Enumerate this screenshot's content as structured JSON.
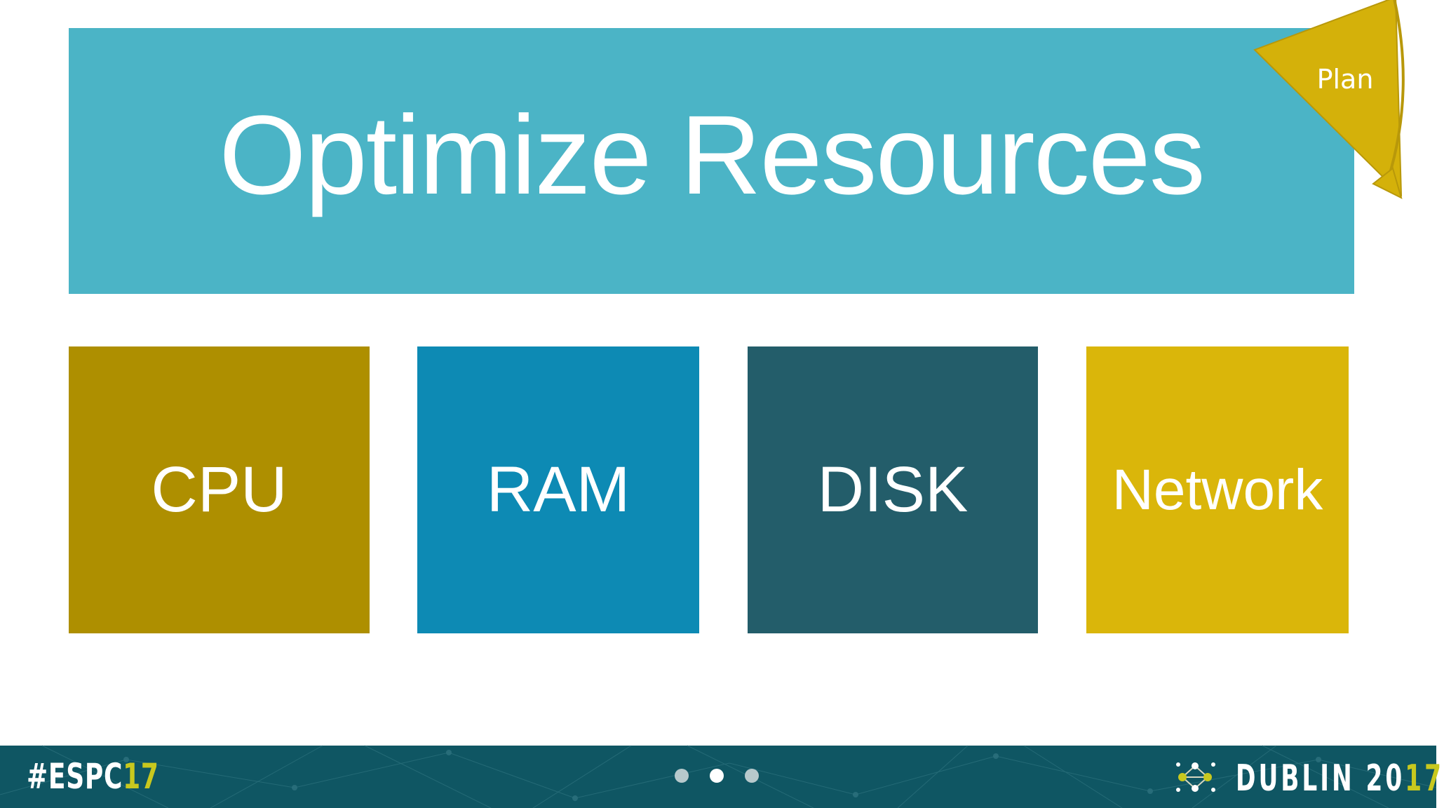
{
  "slide": {
    "title": "Optimize Resources",
    "badge": {
      "label": "Plan",
      "color": "#d4b10a",
      "icon": "plan-arrow-icon"
    },
    "tiles": [
      {
        "label": "CPU",
        "color": "#ae8f00"
      },
      {
        "label": "RAM",
        "color": "#0d8ab4"
      },
      {
        "label": "DISK",
        "color": "#235d6a"
      },
      {
        "label": "Network",
        "color": "#dab60a"
      }
    ],
    "title_band_color": "#4bb4c6"
  },
  "footer": {
    "hashtag_main": "#ESPC",
    "hashtag_accent": "17",
    "city": "DUBLIN 20",
    "year_accent": "17",
    "background": "#0f5663",
    "accent_color": "#c8c81e",
    "pager": {
      "total": 3,
      "current": 2
    }
  }
}
